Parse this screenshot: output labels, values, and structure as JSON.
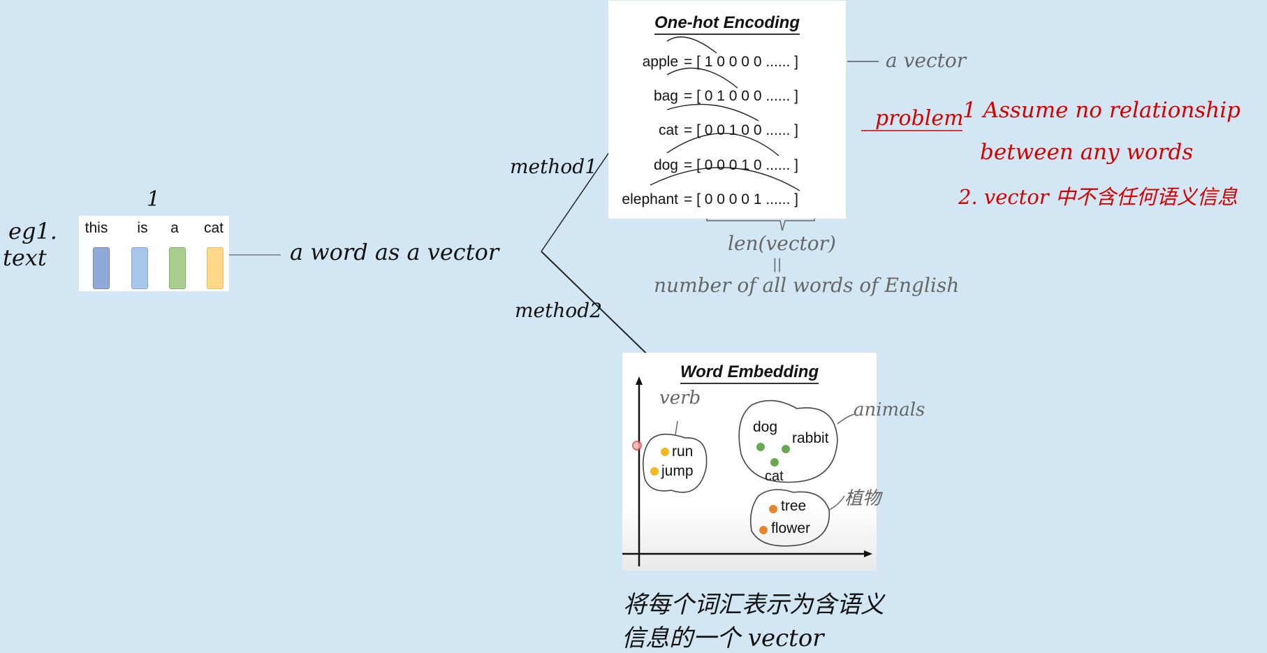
{
  "example": {
    "label_line1": "eg1.",
    "label_line2": "text",
    "mark": "1",
    "words": [
      "this",
      "is",
      "a",
      "cat"
    ],
    "bar_colors": [
      "#8fa9d8",
      "#a8c6ea",
      "#a9cf8e",
      "#ffd98a"
    ]
  },
  "concept": "a word as a vector",
  "method1_label": "method1",
  "method2_label": "method2",
  "onehot": {
    "title": "One-hot Encoding",
    "rows": [
      {
        "word": "apple",
        "eq": "= [ 1   0   0   0   0 ...... ]"
      },
      {
        "word": "bag",
        "eq": "= [ 0   1   0   0   0 ...... ]"
      },
      {
        "word": "cat",
        "eq": "= [ 0   0   1   0   0 ...... ]"
      },
      {
        "word": "dog",
        "eq": "= [ 0   0   0   1   0 ...... ]"
      },
      {
        "word": "elephant",
        "eq": "= [ 0   0   0   0   1 ...... ]"
      }
    ],
    "vector_note": "a vector",
    "len_note": "len(vector)",
    "equals_mark": "||",
    "count_note": "number of all words of English"
  },
  "problem": {
    "label": "problem",
    "item1_line1": "1  Assume no relationship",
    "item1_line2": "between any words",
    "item2": "2. vector 中不含任何语义信息"
  },
  "embedding": {
    "title": "Word Embedding",
    "verb_label": "verb",
    "animals_label": "animals",
    "plants_label": "植物",
    "words": {
      "run": "run",
      "jump": "jump",
      "dog": "dog",
      "rabbit": "rabbit",
      "cat": "cat",
      "tree": "tree",
      "flower": "flower"
    },
    "colors": {
      "verb": "#f2b81d",
      "animal": "#6aa84f",
      "plant": "#e6852e"
    },
    "caption_line1": "将每个词汇表示为含语义",
    "caption_line2": "信息的一个 vector"
  },
  "colors": {
    "ink": "#111111",
    "pencil": "#666666",
    "red_ink": "#d40000"
  }
}
